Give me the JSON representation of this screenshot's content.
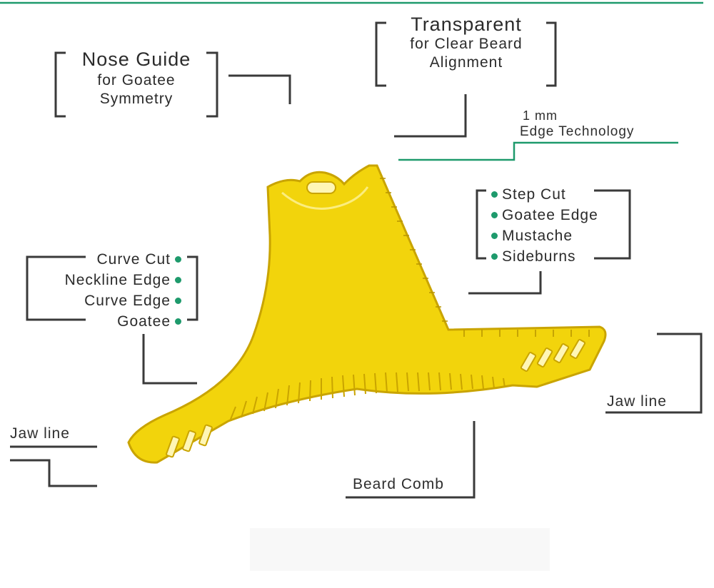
{
  "callouts": {
    "nose_guide": {
      "title": "Nose Guide",
      "line1": "for Goatee",
      "line2": "Symmetry"
    },
    "transparent": {
      "title": "Transparent",
      "line1": "for Clear Beard",
      "line2": "Alignment"
    },
    "edge_tech": {
      "line1": "1 mm",
      "line2": "Edge Technology"
    },
    "right_list": [
      "Step Cut",
      "Goatee Edge",
      "Mustache",
      "Sideburns"
    ],
    "left_list": [
      "Curve Cut",
      "Neckline Edge",
      "Curve Edge",
      "Goatee"
    ],
    "jaw_line_left": "Jaw line",
    "jaw_line_right": "Jaw line",
    "beard_comb": "Beard Comb"
  },
  "colors": {
    "accent": "#1e9a6c",
    "comb_yellow": "#f2d40c",
    "comb_dark": "#c9a400",
    "line": "#3a3a3a"
  },
  "icons": [
    "bullet-dot-icon",
    "beard-shaper-comb-icon"
  ]
}
